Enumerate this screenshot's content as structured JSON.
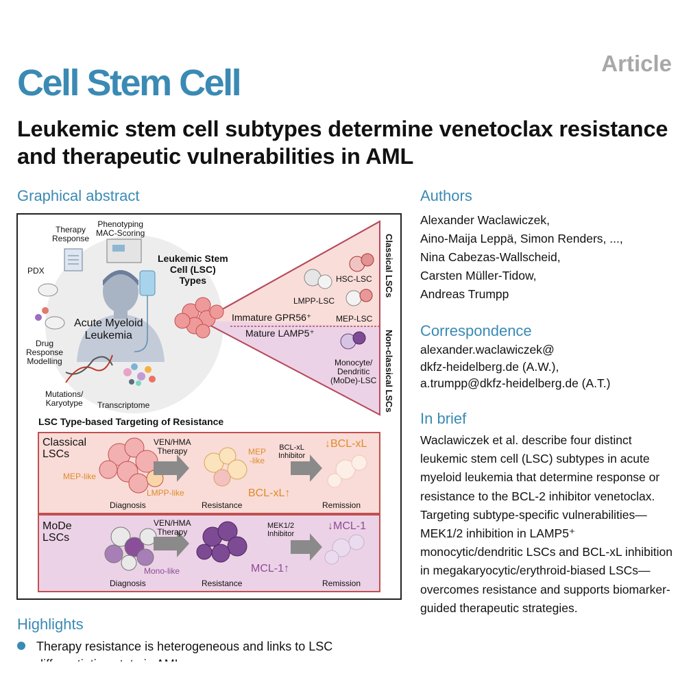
{
  "journal": "Cell Stem Cell",
  "article_type": "Article",
  "title": "Leukemic stem cell subtypes determine venetoclax resistance and therapeutic vulnerabilities in AML",
  "sections": {
    "graphical_abstract": "Graphical abstract",
    "authors": "Authors",
    "correspondence": "Correspondence",
    "in_brief": "In brief",
    "highlights": "Highlights"
  },
  "authors": [
    "Alexander Waclawiczek,",
    "Aino-Maija Leppä, Simon Renders, ...,",
    "Nina Cabezas-Wallscheid,",
    "Carsten Müller-Tidow,",
    "Andreas Trumpp"
  ],
  "correspondence": [
    "alexander.waclawiczek@",
    "dkfz-heidelberg.de (A.W.),",
    "a.trumpp@dkfz-heidelberg.de (A.T.)"
  ],
  "in_brief": "Waclawiczek et al. describe four distinct leukemic stem cell (LSC) subtypes in acute myeloid leukemia that determine response or resistance to the BCL-2 inhibitor venetoclax. Targeting subtype-specific vulnerabilities—MEK1/2 inhibition in LAMP5⁺ monocytic/dendritic LSCs and BCL-xL inhibition in megakaryocytic/erythroid-biased LSCs—overcomes resistance and supports biomarker-guided therapeutic strategies.",
  "highlights": [
    "Therapy resistance is heterogeneous and links to LSC differentiation state in AML"
  ],
  "abstract": {
    "therapy_response": "Therapy\nResponse",
    "phenotyping": "Phenotyping\nMAC-Scoring",
    "pdx": "PDX",
    "aml": "Acute Myeloid\nLeukemia",
    "drug_response": "Drug\nResponse\nModelling",
    "mutations": "Mutations/\nKaryotype",
    "transcriptome": "Transcriptome",
    "lsc_types": "Leukemic Stem\nCell (LSC)\nTypes",
    "hsc_lsc": "HSC-LSC",
    "lmpp_lsc": "LMPP-LSC",
    "mep_lsc": "MEP-LSC",
    "immature": "Immature GPR56⁺",
    "mature": "Mature LAMP5⁺",
    "mode_lsc": "Monocyte/\nDendritic\n(MoDe)-LSC",
    "classical_lscs": "Classical LSCs",
    "nonclassical_lscs": "Non-classical LSCs",
    "targeting_title": "LSC Type-based Targeting of Resistance",
    "classical_label": "Classical\nLSCs",
    "mode_label": "MoDe\nLSCs",
    "ven_hma_1": "VEN/HMA\nTherapy",
    "ven_hma_2": "VEN/HMA\nTherapy",
    "bclxl_inhibitor": "BCL-xL\nInhibitor",
    "mek_inhibitor": "MEK1/2\nInhibitor",
    "mep_like": "MEP-like",
    "lmpp_like": "LMPP-like",
    "mep_like_short": "MEP\n-like",
    "mono_like": "Mono-like",
    "bclxl_up": "BCL-xL↑",
    "bclxl_down": "↓BCL-xL",
    "mcl1_up": "MCL-1↑",
    "mcl1_down": "↓MCL-1",
    "diagnosis_1": "Diagnosis",
    "resistance_1": "Resistance",
    "remission_1": "Remission",
    "diagnosis_2": "Diagnosis",
    "resistance_2": "Resistance",
    "remission_2": "Remission"
  },
  "colors": {
    "brand": "#3a8ab4",
    "article_tag": "#a8a8a8",
    "classical_panel": "#f9dcd7",
    "mode_panel": "#ecd2e6",
    "orange_label": "#e08a2b",
    "purple_label": "#8c4b96"
  }
}
